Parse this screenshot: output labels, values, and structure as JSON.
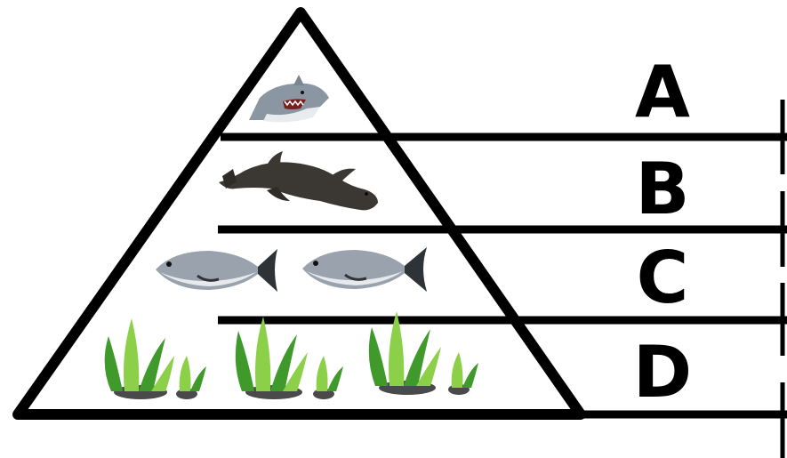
{
  "diagram": {
    "levels": [
      {
        "label": "A",
        "organism": "shark"
      },
      {
        "label": "B",
        "organism": "sea lion"
      },
      {
        "label": "C",
        "organism": "fish"
      },
      {
        "label": "D",
        "organism": "seaweed"
      }
    ],
    "colors": {
      "outline": "#000000",
      "background": "#ffffff",
      "shark_body": "#8a97a3",
      "shark_belly": "#e9ecef",
      "sealion": "#3b3834",
      "fish_body": "#9aa3ad",
      "fish_belly": "#e7eaed",
      "fish_tail": "#2e3338",
      "seaweed_dark": "#3f9a2b",
      "seaweed_light": "#8bd048",
      "rock": "#4a4a4a"
    }
  }
}
